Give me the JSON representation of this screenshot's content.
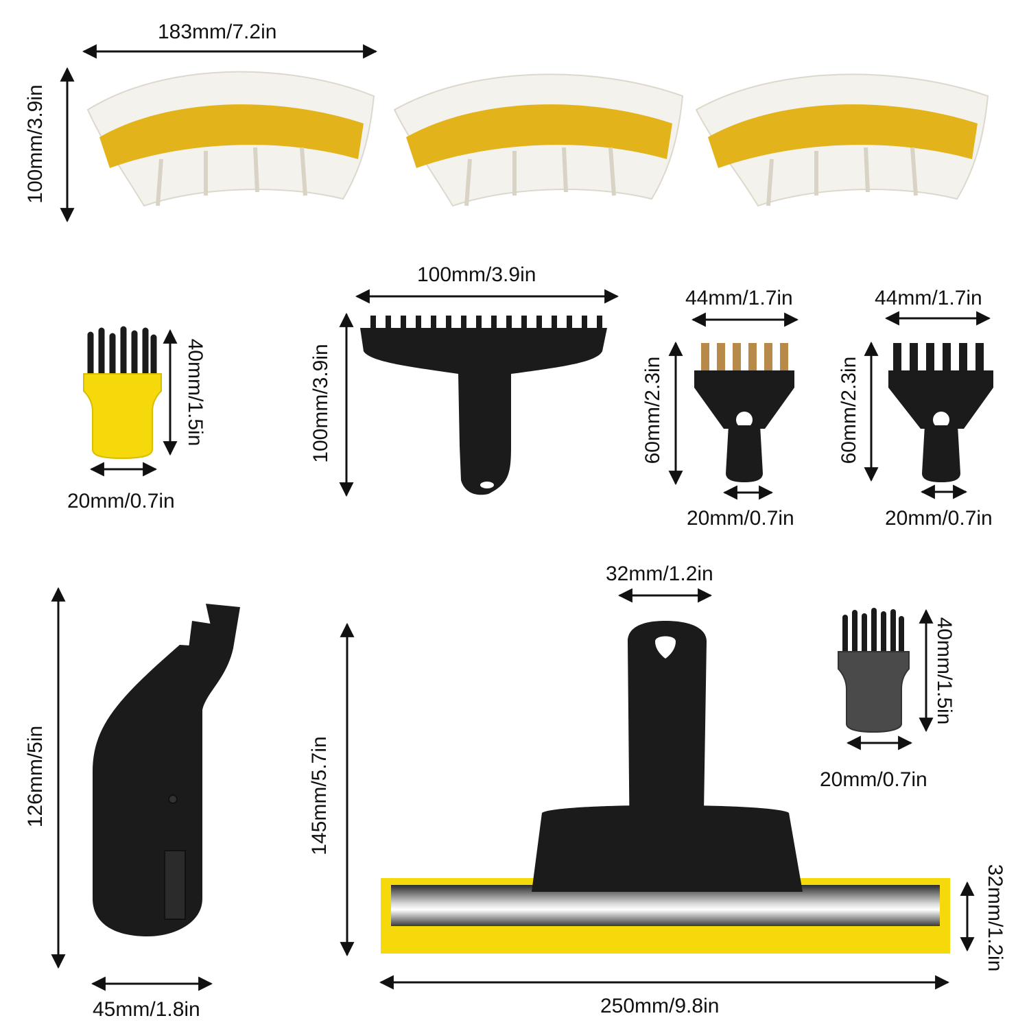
{
  "colors": {
    "yellow": "#f5d90a",
    "golden": "#e3b31c",
    "black": "#1b1b1b",
    "white_pad": "#f4f2ec",
    "brass": "#b88a4a",
    "grey": "#4a4a4a"
  },
  "dims": {
    "pad_width": "183mm/7.2in",
    "pad_height": "100mm/3.9in",
    "small_yellow_brush_height": "40mm/1.5in",
    "small_yellow_brush_width": "20mm/0.7in",
    "triangle_brush_width": "100mm/3.9in",
    "triangle_brush_height": "100mm/3.9in",
    "brass_brush_width": "44mm/1.7in",
    "brass_brush_height": "60mm/2.3in",
    "brass_brush_nozzle": "20mm/0.7in",
    "black_brush_width": "44mm/1.7in",
    "black_brush_height": "60mm/2.3in",
    "black_brush_nozzle": "20mm/0.7in",
    "nozzle_height": "126mm/5in",
    "nozzle_width": "45mm/1.8in",
    "squeegee_height": "145mm/5.7in",
    "squeegee_handle_width": "32mm/1.2in",
    "squeegee_blade_height": "32mm/1.2in",
    "squeegee_width": "250mm/9.8in",
    "small_grey_brush_height": "40mm/1.5in",
    "small_grey_brush_width": "20mm/0.7in"
  }
}
